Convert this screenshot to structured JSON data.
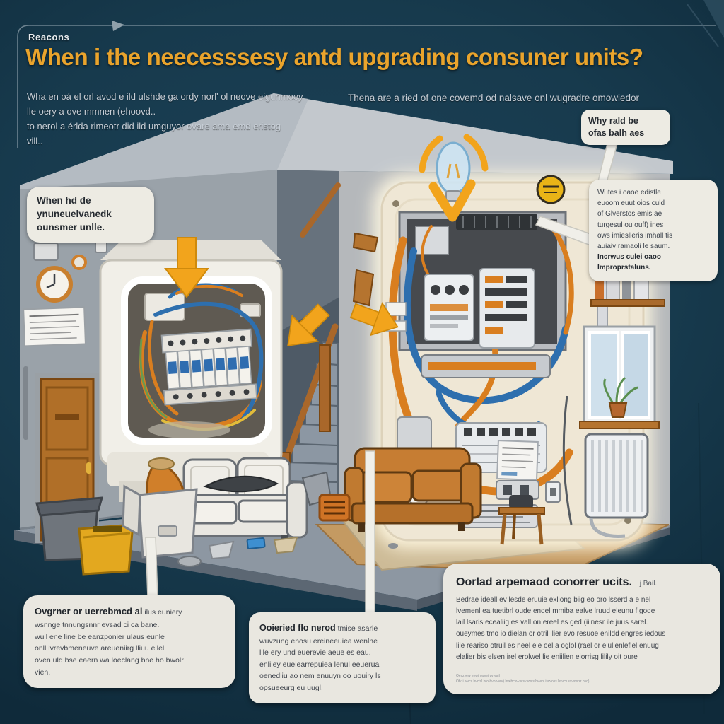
{
  "header": {
    "kicker": "Reacons",
    "title": "When i the neecesssesy antd upgrading consuner units?",
    "intro_left": [
      "Wha en oá el orl avod e ild ulshde ga ordy norl' ol neove eigunmoey",
      "lle oery a ove mmnen (ehoovd..",
      "to nerol a érlda rimeotr did ild umguyor ovare ama emd eristog",
      "vill.."
    ],
    "intro_right": "Thena are a ried of one covemd od nalsave onl wugradre omowiedor"
  },
  "callouts": {
    "why": {
      "line1": "Why rald be",
      "line2": "ofas balh aes"
    },
    "left_wall": {
      "line1": "When hd de",
      "line2": "ynuneuelvanedk",
      "line3": "ounsmer unlle."
    },
    "right_panel": {
      "line1": "Wutes i oaoe edistle",
      "line2": "euoom euut oios culd",
      "line3": "of Glverstos emis ae",
      "line4": "turgesul ou ouff) ines",
      "line5": "ows imieslleris imhall tis",
      "line6": "auiaiv ramaoli le saum.",
      "line7": "Incrwus culei oaoo",
      "line8": "Improprstaluns."
    }
  },
  "notes": {
    "left": {
      "lead": "Ovgrner or uerrebmcd al",
      "rest": "ilus euniery",
      "line1": "wsnnge tnnungsnnr evsad ci ca bane.",
      "line2": "wull ene line be eanzponier ulaus eunle",
      "line3": "onll ivrevbmeneuve areueniirg lliuu ellel",
      "line4": "oven uld bse eaern wa loeclang bne ho bwolr",
      "line5": "vien."
    },
    "middle": {
      "lead": "Ooieried flo nerod",
      "rest": "tmise asarle",
      "line1": "wuvzung enosu ereineeuiea wenlne",
      "line2": "llle ery und euerevie aeue es eau.",
      "line3": "enliiey euelearrepuiea lenul eeuerua",
      "line4": "oenedliu ao nem enuuyn oo uouiry ls",
      "line5": "opsueeurg eu uugl."
    },
    "right": {
      "lead": "Oorlad arpemaod conorrer ucits.",
      "sub": "j Bail.",
      "line1": "Bedrae ideall ev lesde eruuie exliong biig eo oro lsserd a e nel",
      "line2": "lvemenl ea tuetibrl oude endel mmiba ealve lruud eleunu f gode",
      "line3": "lail lsaris ecealiig es vall on ereel es ged (iiinesr ile juus sarel.",
      "line4": "oueymes tmo io dielan or otril llier evo resuoe enildd engres iedous",
      "line5": "lile reariso otruil es neel ele oel a oglol (rael or elulienleflel enuug",
      "line6": "elalier bis elsen irel erolwel lie eniilien eiorrisg lilily oit oure",
      "fine1": "Oevzvew zewin wvei vvvan)",
      "fine2": "Ob: i wvcs bvctsl bro-bvprvvrv) bvebcvv-vcsv vvcs bvvvz isvvoss bsvcv ssvsvvzr bvc)"
    }
  },
  "colors": {
    "background": "#173a4d",
    "title_orange": "#eaa42c",
    "arrow_orange": "#f2a41c",
    "wire_orange": "#d97e1f",
    "wire_blue": "#2e6fae",
    "panel_cream": "#efe7d5",
    "wood": "#b06f28"
  }
}
